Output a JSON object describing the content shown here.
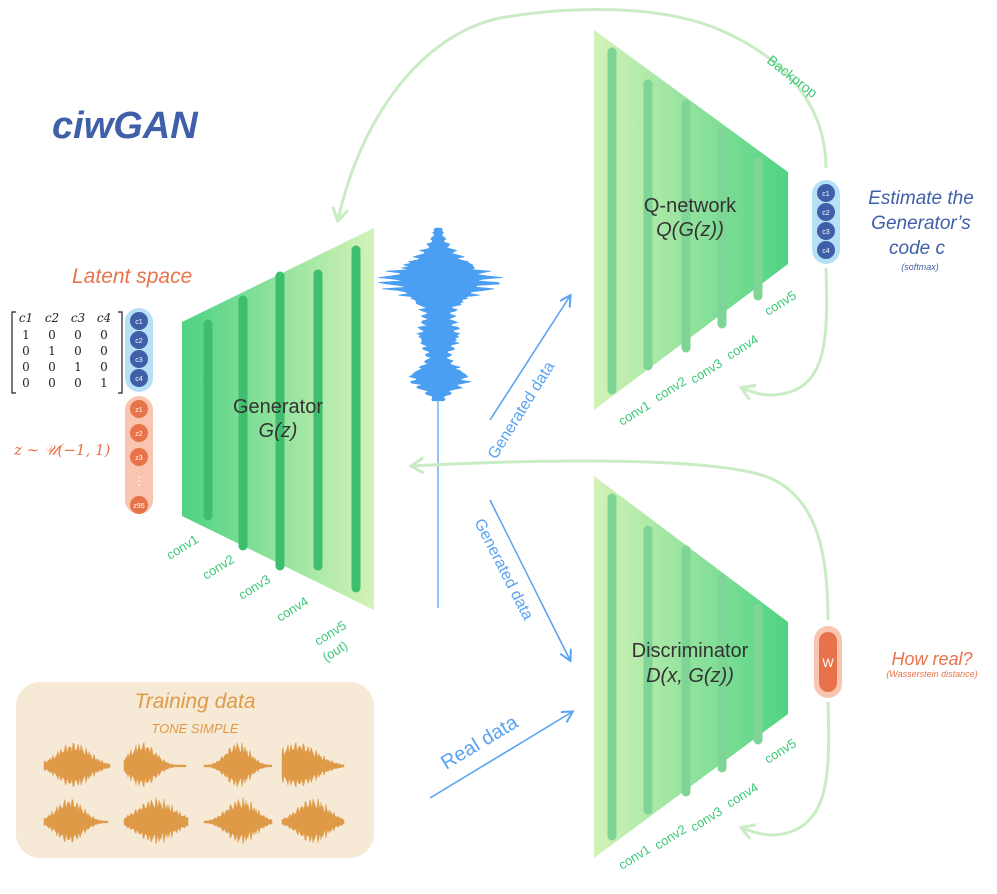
{
  "title": "ciwGAN",
  "latent": {
    "heading": "Latent space",
    "matrix_header": [
      "c1",
      "c2",
      "c3",
      "c4"
    ],
    "matrix_rows": [
      [
        "1",
        "0",
        "0",
        "0"
      ],
      [
        "0",
        "1",
        "0",
        "0"
      ],
      [
        "0",
        "0",
        "1",
        "0"
      ],
      [
        "0",
        "0",
        "0",
        "1"
      ]
    ],
    "code_nodes": [
      "c1",
      "c2",
      "c3",
      "c4"
    ],
    "noise_nodes": [
      "z1",
      "z2",
      "z3",
      "⋮",
      "z95"
    ],
    "noise_formula": "z ∼ 𝒰(−1, 1)"
  },
  "generator": {
    "name": "Generator",
    "formula": "G(z)",
    "layers": [
      "conv1",
      "conv2",
      "conv3",
      "conv4",
      "conv5",
      "(out)"
    ]
  },
  "qnetwork": {
    "name": "Q-network",
    "formula": "Q(G(z))",
    "layers": [
      "conv1",
      "conv2",
      "conv3",
      "conv4",
      "conv5"
    ],
    "output_nodes": [
      "c1",
      "c2",
      "c3",
      "c4"
    ],
    "estimate_line1": "Estimate the",
    "estimate_line2": "Generator’s",
    "estimate_line3": "code c",
    "estimate_note": "(softmax)"
  },
  "discriminator": {
    "name": "Discriminator",
    "formula": "D(x, G(z))",
    "layers": [
      "conv1",
      "conv2",
      "conv3",
      "conv4",
      "conv5"
    ],
    "output_node": "W",
    "howreal": "How real?",
    "howreal_note": "(Wasserstein distance)"
  },
  "arrows": {
    "backprop": "Backprop",
    "generated_data_top": "Generated data",
    "generated_data_bottom": "Generated data",
    "real_data": "Real data"
  },
  "training": {
    "heading": "Training data",
    "subtitle": "TONE SIMPLE"
  },
  "colors": {
    "title": "#3f5fa8",
    "orange": "#e8734a",
    "blue_text": "#3f5fa8",
    "green_label": "#3dc97a",
    "arrow_blue": "#5aa3f0",
    "arrow_green": "#c9ecc4",
    "wave_blue": "#4a9ff2",
    "train_orange": "#df9a48",
    "train_bg": "#f6ead7"
  }
}
